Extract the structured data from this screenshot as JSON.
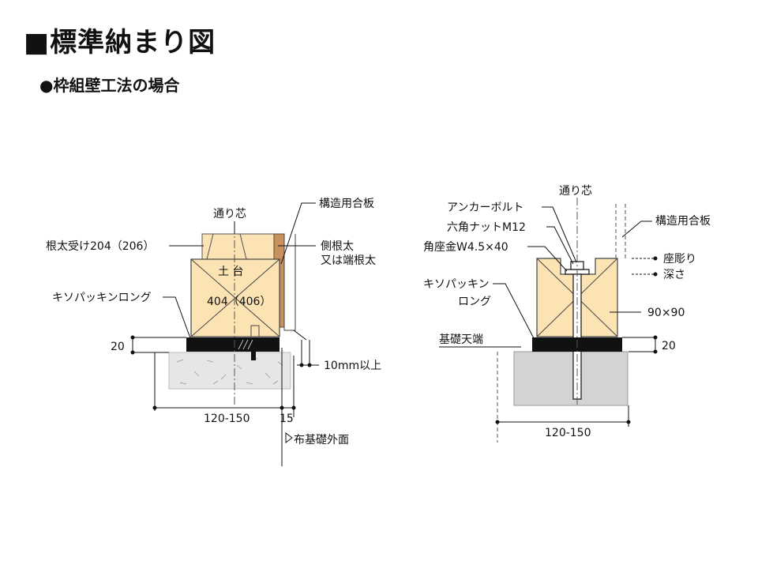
{
  "page": {
    "title": "■標準納まり図",
    "subtitle": "●枠組壁工法の場合"
  },
  "left_detail": {
    "center_line_label": "通り芯",
    "plywood_label": "構造用合板",
    "joist_hanger_label": "根太受け204（206）",
    "side_joist_label_1": "側根太",
    "side_joist_label_2": "又は端根太",
    "sill_label": "土 台",
    "sill_size_label": "404（406）",
    "packing_label": "キソパッキンロング",
    "dim_20": "20",
    "dim_10mm": "10mm以上",
    "dim_width": "120-150",
    "dim_15": "15",
    "foundation_face_label": "布基礎外面"
  },
  "right_detail": {
    "center_line_label": "通り芯",
    "anchor_bolt_label": "アンカーボルト",
    "hex_nut_label": "六角ナットM12",
    "washer_label": "角座金W4.5×40",
    "plywood_label": "構造用合板",
    "counterbore_label_1": "座彫り",
    "counterbore_label_2": "深さ",
    "packing_label_1": "キソパッキン",
    "packing_label_2": "ロング",
    "sill_size_label": "90×90",
    "foundation_top_label": "基礎天端",
    "dim_20": "20",
    "dim_width": "120-150"
  },
  "colors": {
    "wood": "#fbe3b4",
    "plywood": "#c8905e",
    "packing": "#111111",
    "concrete_left": "#e6e6e6",
    "concrete_right": "#d3d3d3"
  }
}
